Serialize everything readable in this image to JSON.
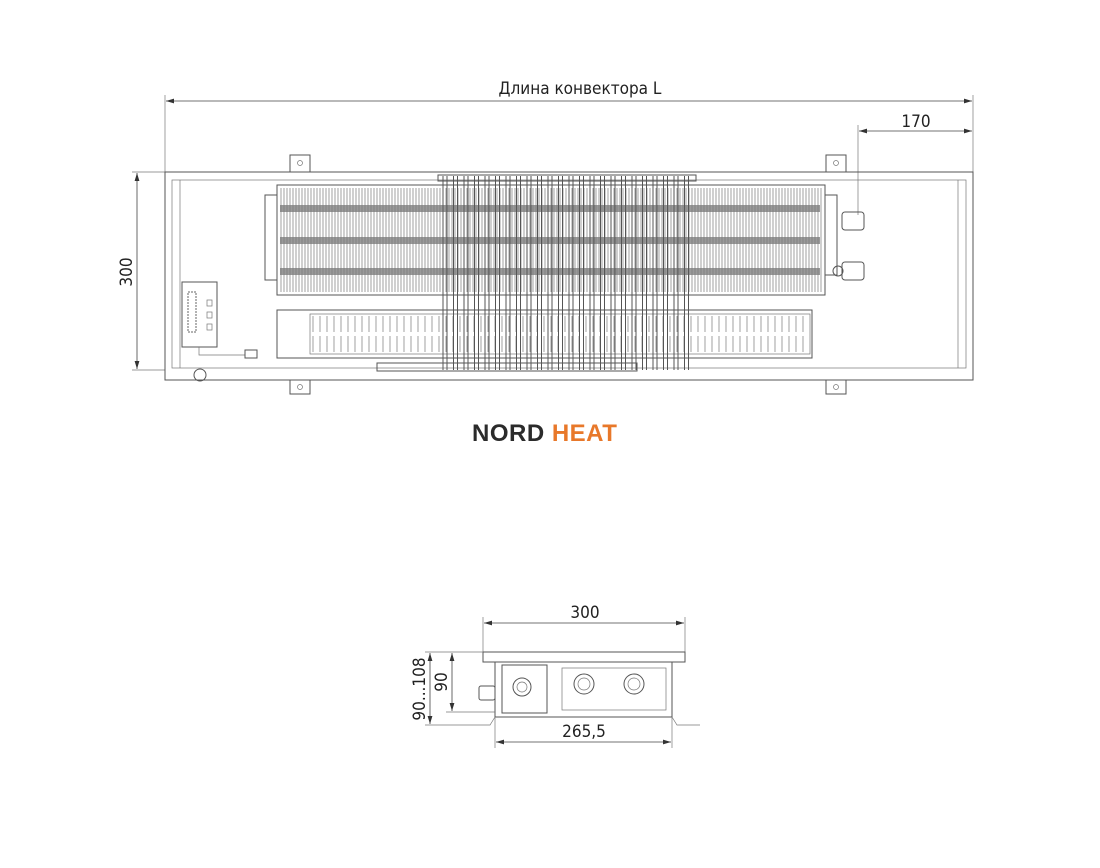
{
  "top_view": {
    "length_label": "Длина конвектора L",
    "offset_label": "170",
    "width_label": "300"
  },
  "logo": {
    "part1": "NORD",
    "part2": "HEAT",
    "colors": {
      "part1": "#2b2b2b",
      "part2": "#e8782a"
    }
  },
  "section_view": {
    "width_label": "300",
    "inner_width_label": "265,5",
    "height_label": "90",
    "height_range_label": "90...108"
  }
}
